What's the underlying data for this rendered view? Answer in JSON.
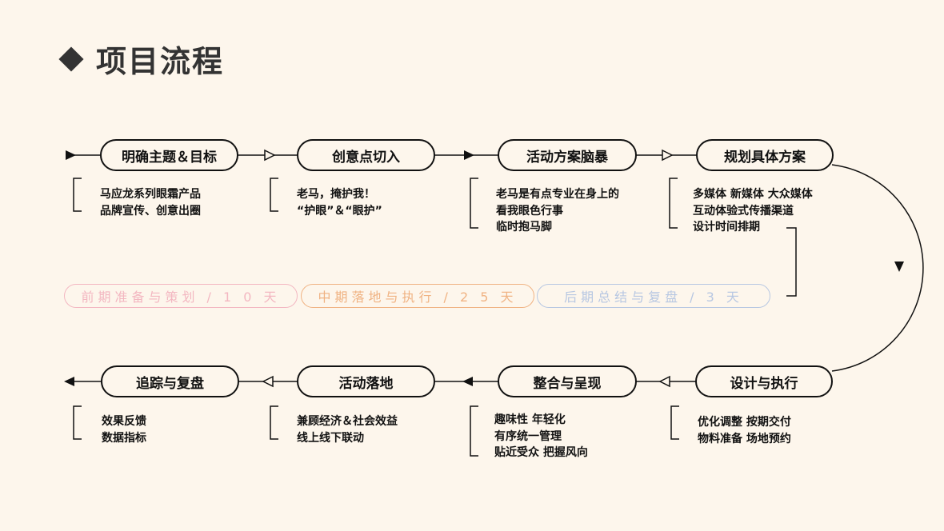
{
  "title": "项目流程",
  "steps": [
    {
      "label": "明确主题＆目标",
      "desc": [
        "马应龙系列眼霜产品",
        "品牌宣传、创意出圈"
      ]
    },
    {
      "label": "创意点切入",
      "desc": [
        "老马，掩护我！",
        "“护眼”＆“眼护”"
      ]
    },
    {
      "label": "活动方案脑暴",
      "desc": [
        "老马是有点专业在身上的",
        "看我眼色行事",
        "临时抱马脚"
      ]
    },
    {
      "label": "规划具体方案",
      "desc": [
        "多媒体 新媒体 大众媒体",
        "互动体验式传播渠道",
        "设计时间排期"
      ]
    },
    {
      "label": "设计与执行",
      "desc": [
        "优化调整 按期交付",
        "物料准备 场地预约"
      ]
    },
    {
      "label": "整合与呈现",
      "desc": [
        "趣味性 年轻化",
        "有序统一管理",
        "贴近受众 把握风向"
      ]
    },
    {
      "label": "活动落地",
      "desc": [
        "兼顾经济＆社会效益",
        "线上线下联动"
      ]
    },
    {
      "label": "追踪与复盘",
      "desc": [
        "效果反馈",
        "数据指标"
      ]
    }
  ],
  "phases": [
    {
      "label": "前期准备与策划 / 1 0 天",
      "color": "#f3b7c1"
    },
    {
      "label": "中期落地与执行 / 2 5 天",
      "color": "#f0b383"
    },
    {
      "label": "后期总结与复盘 / 3 天",
      "color": "#b7c7e2"
    }
  ]
}
